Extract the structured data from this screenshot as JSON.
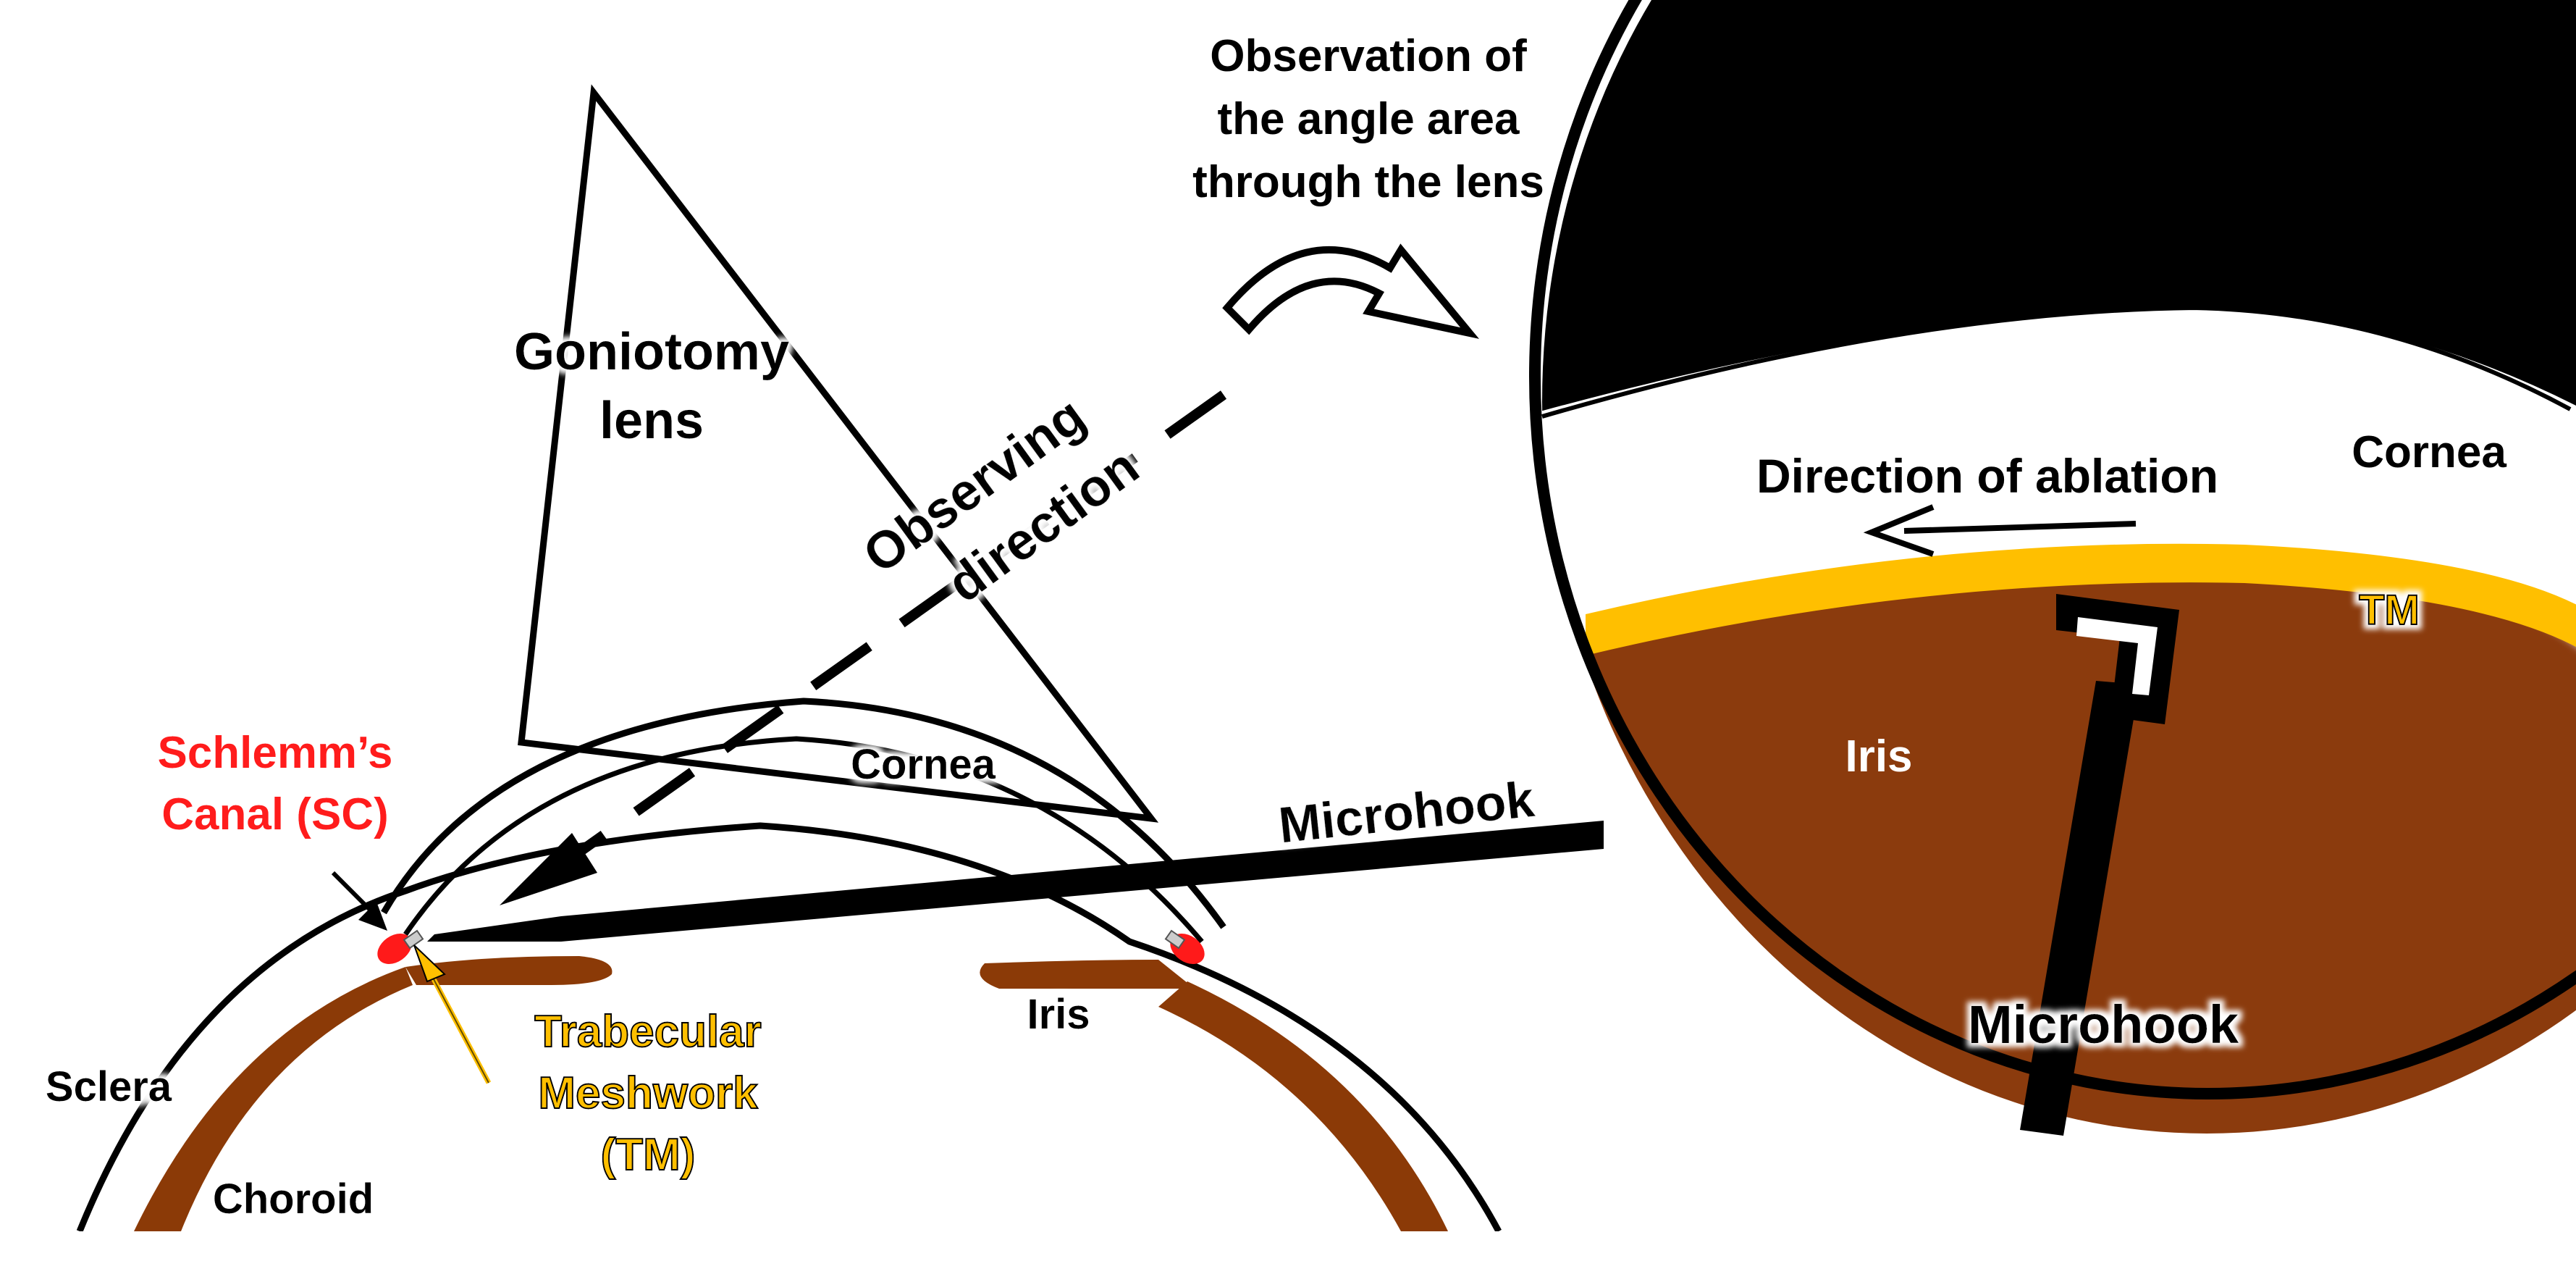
{
  "colors": {
    "black": "#000000",
    "white": "#ffffff",
    "choroid": "#8b3a07",
    "iris_brown": "#8b3a07",
    "tm_yellow": "#ffbf00",
    "schlemm_red": "#ff1a1a"
  },
  "labels": {
    "goniotomy_lens_line1": "Goniotomy",
    "goniotomy_lens_line2": "lens",
    "observing_line1": "Observing",
    "observing_line2": "direction",
    "observation_line1": "Observation of",
    "observation_line2": "the angle area",
    "observation_line3": "through the lens",
    "schlemm_line1": "Schlemm’s",
    "schlemm_line2": "Canal (SC)",
    "cornea_left": "Cornea",
    "microhook_left": "Microhook",
    "sclera": "Sclera",
    "choroid": "Choroid",
    "tm_line1": "Trabecular",
    "tm_line2": "Meshwork",
    "tm_line3": "(TM)",
    "iris_left": "Iris",
    "cornea_right": "Cornea",
    "direction_of_ablation": "Direction of ablation",
    "tm_right": "TM",
    "iris_right": "Iris",
    "microhook_right": "Microhook"
  }
}
